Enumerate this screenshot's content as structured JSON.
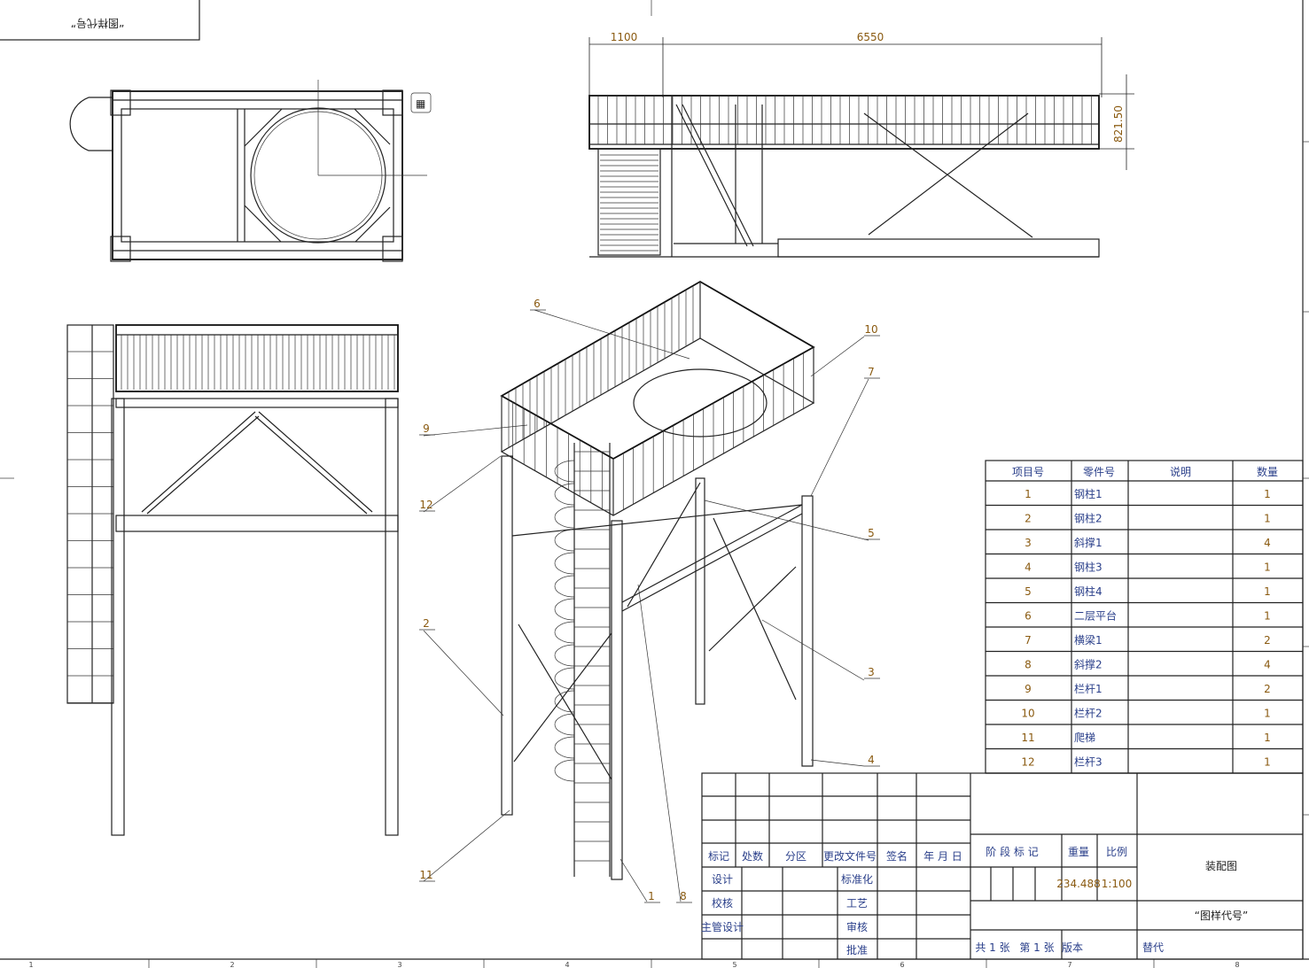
{
  "mirrored_label": "“图样代号”",
  "dimensions": {
    "d1": "1100",
    "d2": "6550",
    "d3": "821.50"
  },
  "balloons": [
    "1",
    "2",
    "3",
    "4",
    "5",
    "6",
    "7",
    "8",
    "9",
    "10",
    "11",
    "12"
  ],
  "zones": [
    "1",
    "2",
    "3",
    "4",
    "5",
    "6",
    "7",
    "8"
  ],
  "bom": {
    "headers": [
      "项目号",
      "零件号",
      "说明",
      "数量"
    ],
    "rows": [
      {
        "no": "1",
        "part": "钢柱1",
        "desc": "",
        "qty": "1"
      },
      {
        "no": "2",
        "part": "钢柱2",
        "desc": "",
        "qty": "1"
      },
      {
        "no": "3",
        "part": "斜撑1",
        "desc": "",
        "qty": "4"
      },
      {
        "no": "4",
        "part": "钢柱3",
        "desc": "",
        "qty": "1"
      },
      {
        "no": "5",
        "part": "钢柱4",
        "desc": "",
        "qty": "1"
      },
      {
        "no": "6",
        "part": "二层平台",
        "desc": "",
        "qty": "1"
      },
      {
        "no": "7",
        "part": "横梁1",
        "desc": "",
        "qty": "2"
      },
      {
        "no": "8",
        "part": "斜撑2",
        "desc": "",
        "qty": "4"
      },
      {
        "no": "9",
        "part": "栏杆1",
        "desc": "",
        "qty": "2"
      },
      {
        "no": "10",
        "part": "栏杆2",
        "desc": "",
        "qty": "1"
      },
      {
        "no": "11",
        "part": "爬梯",
        "desc": "",
        "qty": "1"
      },
      {
        "no": "12",
        "part": "栏杆3",
        "desc": "",
        "qty": "1"
      }
    ]
  },
  "title_block": {
    "mark": "标记",
    "count": "处数",
    "zone": "分区",
    "change_doc": "更改文件号",
    "sign": "签名",
    "date": "年 月 日",
    "design": "设计",
    "check": "校核",
    "chief": "主管设计",
    "standard": "标准化",
    "process": "工艺",
    "review": "审核",
    "approve": "批准",
    "stage": "阶 段 标 记",
    "weight_label": "重量",
    "scale_label": "比例",
    "weight": "234.488",
    "scale": "1:100",
    "drawing_title": "装配图",
    "drawing_code": "“图样代号”",
    "sheets": "共 1 张",
    "sheet_no": "第 1 张",
    "version": "版本",
    "replace": "替代"
  }
}
